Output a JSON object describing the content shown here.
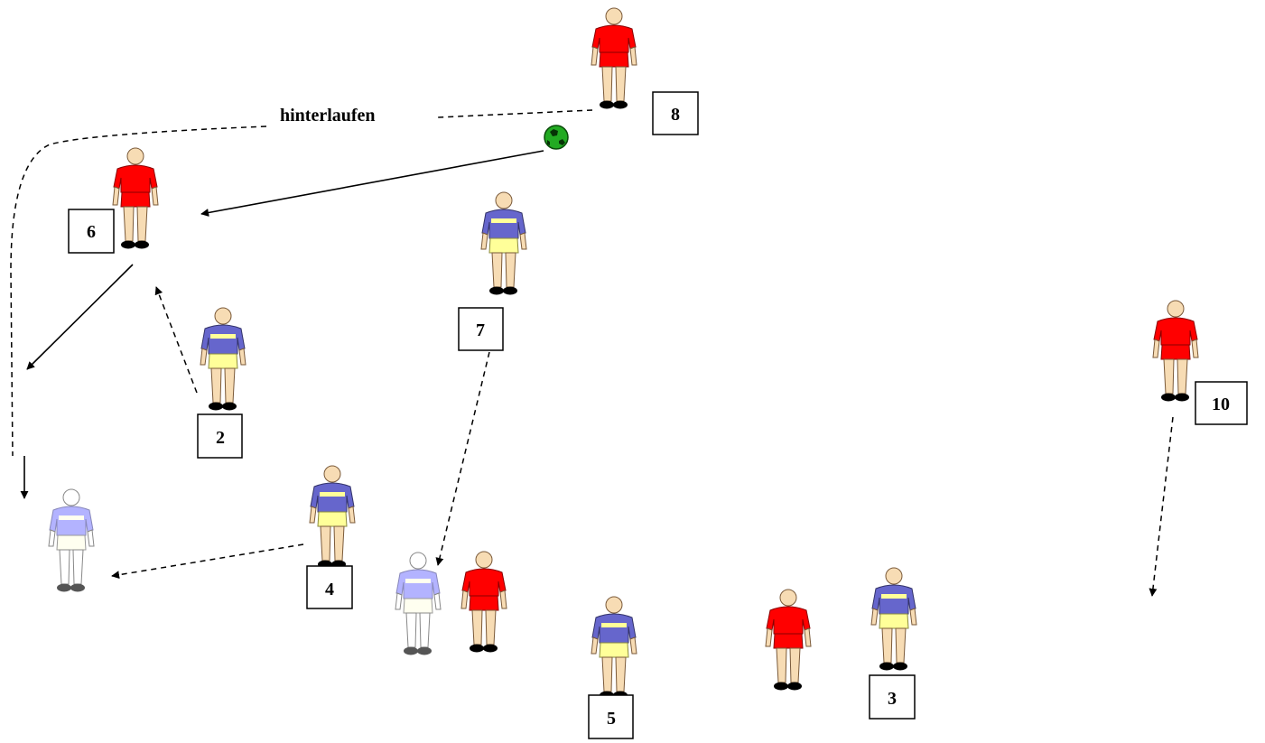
{
  "diagram": {
    "annotation": "hinterlaufen",
    "numbers": [
      "8",
      "6",
      "7",
      "2",
      "10",
      "4",
      "5",
      "3"
    ],
    "colors": {
      "red_shirt": "#ff0000",
      "blue_shirt": "#6666cc",
      "yellow_shorts": "#ffff99",
      "ghost_shirt": "#b3b3ff",
      "ghost_shorts": "#fffff0",
      "skin": "#f7dcb4",
      "ghost_skin": "#ffffff",
      "ball": "#22aa22"
    }
  }
}
